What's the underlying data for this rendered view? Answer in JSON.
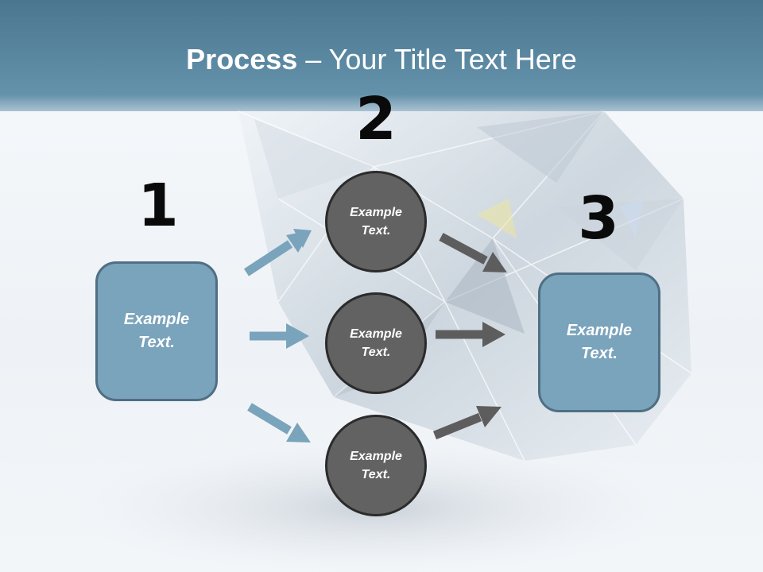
{
  "slide": {
    "title_bold": "Process",
    "title_rest": " – Your Title Text Here"
  },
  "steps": {
    "step1_number": "1",
    "step2_number": "2",
    "step3_number": "3",
    "start_box_text": "Example Text.",
    "circle_top_text": "Example Text.",
    "circle_middle_text": "Example Text.",
    "circle_bottom_text": "Example Text.",
    "end_box_text": "Example Text."
  },
  "colors": {
    "header": "#5f8ea8",
    "box_fill": "#7aa3bc",
    "circle_fill": "#626262",
    "blue_arrow": "#7aa3bc",
    "gray_arrow": "#5d5d5d"
  }
}
